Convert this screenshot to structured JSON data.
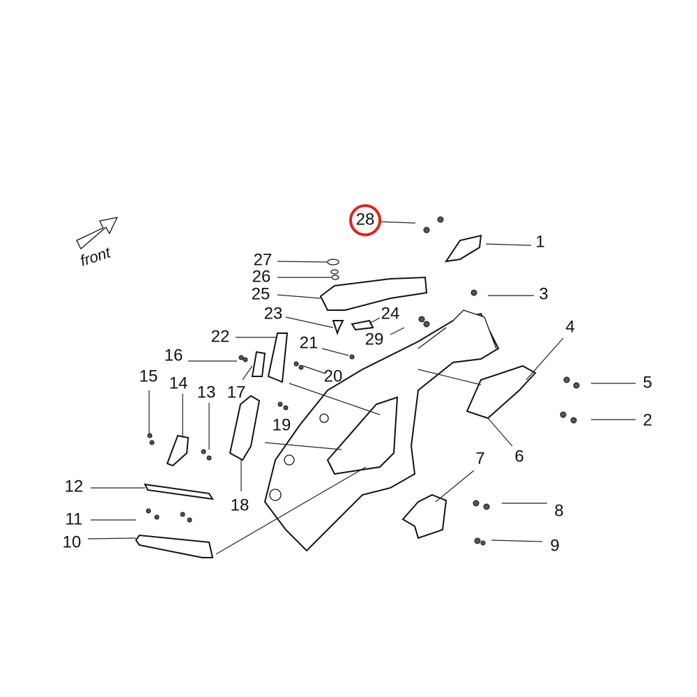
{
  "orientation_label": "front",
  "highlight": {
    "callout": "28",
    "color": "#e0241b"
  },
  "callouts": [
    "1",
    "2",
    "3",
    "4",
    "5",
    "6",
    "7",
    "8",
    "9",
    "10",
    "11",
    "12",
    "13",
    "14",
    "15",
    "16",
    "17",
    "18",
    "19",
    "20",
    "21",
    "22",
    "23",
    "24",
    "25",
    "26",
    "27",
    "28",
    "29"
  ]
}
